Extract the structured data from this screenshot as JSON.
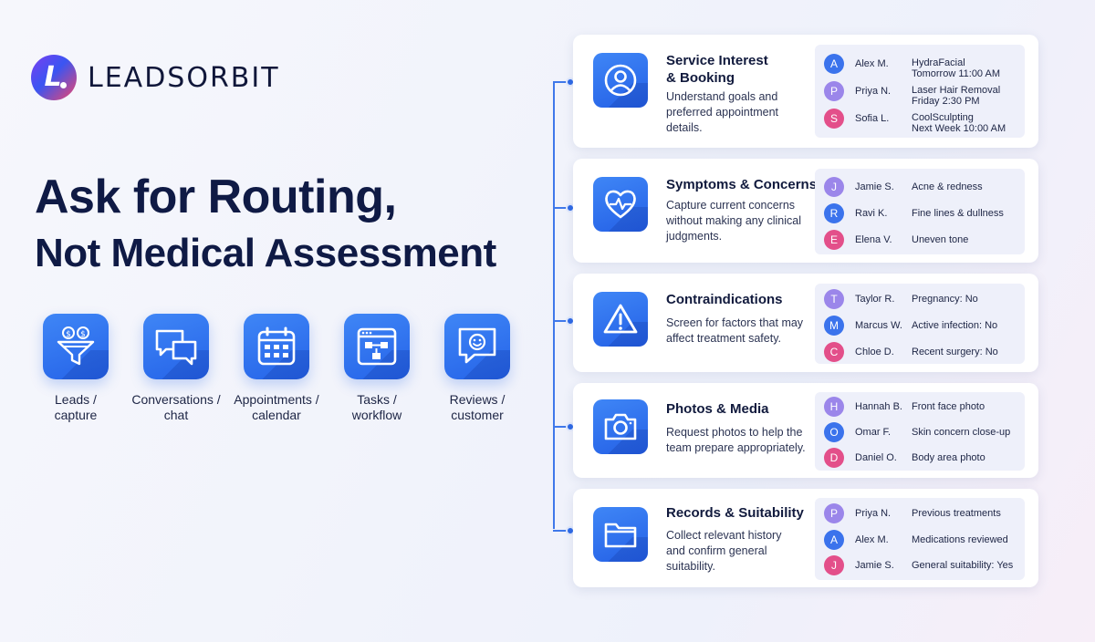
{
  "brand": {
    "name": "LEADSORBIT",
    "logo_letter": "L"
  },
  "headline": {
    "line1": "Ask for Routing,",
    "line2": "Not Medical Assessment"
  },
  "features": [
    {
      "icon": "funnel-icon",
      "label": "Leads /\ncapture"
    },
    {
      "icon": "chat-icon",
      "label": "Conversations /\nchat"
    },
    {
      "icon": "calendar-icon",
      "label": "Appointments /\ncalendar"
    },
    {
      "icon": "workflow-icon",
      "label": "Tasks /\nworkflow"
    },
    {
      "icon": "review-icon",
      "label": "Reviews /\ncustomer"
    }
  ],
  "colors": {
    "accent": "#2f6ae6",
    "avatar_blue": "#3b73ec",
    "avatar_purple": "#9b86ea",
    "avatar_pink": "#e34f8a"
  },
  "cards": [
    {
      "title": "Service Interest\n& Booking",
      "description": "Understand goals and\npreferred appointment\ndetails.",
      "icon": "user-icon",
      "entries": [
        {
          "initial": "A",
          "color": "#3b73ec",
          "name": "Alex M.",
          "detail": "HydraFacial\nTomorrow 11:00 AM"
        },
        {
          "initial": "P",
          "color": "#9b86ea",
          "name": "Priya N.",
          "detail": "Laser Hair Removal\nFriday 2:30 PM"
        },
        {
          "initial": "S",
          "color": "#e34f8a",
          "name": "Sofia L.",
          "detail": "CoolSculpting\nNext Week 10:00 AM"
        }
      ]
    },
    {
      "title": "Symptoms & Concerns",
      "description": "Capture current concerns\nwithout making any clinical\njudgments.",
      "icon": "heart-pulse-icon",
      "entries": [
        {
          "initial": "J",
          "color": "#9b86ea",
          "name": "Jamie S.",
          "detail": "Acne & redness"
        },
        {
          "initial": "R",
          "color": "#3b73ec",
          "name": "Ravi K.",
          "detail": "Fine lines & dullness"
        },
        {
          "initial": "E",
          "color": "#e34f8a",
          "name": "Elena V.",
          "detail": "Uneven tone"
        }
      ]
    },
    {
      "title": "Contraindications",
      "description": "Screen for factors that may\naffect treatment safety.",
      "icon": "warning-icon",
      "entries": [
        {
          "initial": "T",
          "color": "#9b86ea",
          "name": "Taylor R.",
          "detail": "Pregnancy: No"
        },
        {
          "initial": "M",
          "color": "#3b73ec",
          "name": "Marcus W.",
          "detail": "Active infection: No"
        },
        {
          "initial": "C",
          "color": "#e34f8a",
          "name": "Chloe D.",
          "detail": "Recent surgery: No"
        }
      ]
    },
    {
      "title": "Photos & Media",
      "description": "Request photos to help the\nteam prepare appropriately.",
      "icon": "camera-icon",
      "entries": [
        {
          "initial": "H",
          "color": "#9b86ea",
          "name": "Hannah B.",
          "detail": "Front face photo"
        },
        {
          "initial": "O",
          "color": "#3b73ec",
          "name": "Omar F.",
          "detail": "Skin concern close-up"
        },
        {
          "initial": "D",
          "color": "#e34f8a",
          "name": "Daniel O.",
          "detail": "Body area photo"
        }
      ]
    },
    {
      "title": "Records & Suitability",
      "description": "Collect relevant history\nand confirm general\nsuitability.",
      "icon": "folder-icon",
      "entries": [
        {
          "initial": "P",
          "color": "#9b86ea",
          "name": "Priya N.",
          "detail": "Previous treatments"
        },
        {
          "initial": "A",
          "color": "#3b73ec",
          "name": "Alex M.",
          "detail": "Medications reviewed"
        },
        {
          "initial": "J",
          "color": "#e34f8a",
          "name": "Jamie S.",
          "detail": "General suitability: Yes"
        }
      ]
    }
  ]
}
